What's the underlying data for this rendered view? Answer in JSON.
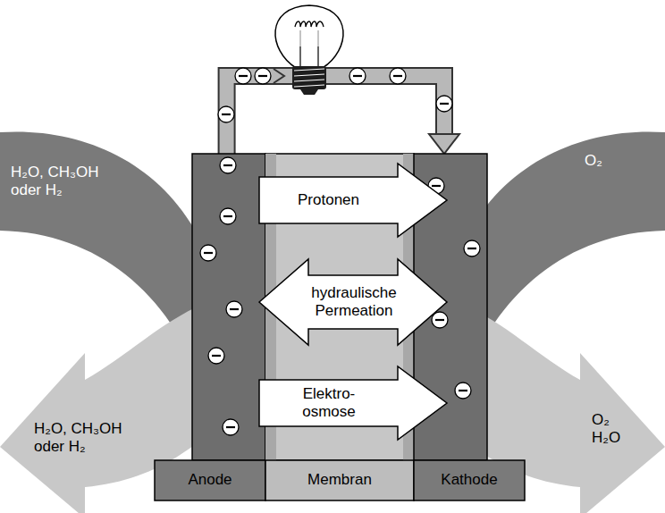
{
  "diagram": {
    "nodes": [
      {
        "text": [
          "H₂O, CH₃OH oder H₂"
        ]
      },
      {
        "text": [
          "O₂"
        ]
      },
      {
        "text": [
          "H₂O, CH₃OH oder H₂"
        ]
      },
      {
        "text": [
          "O₂ H₂O"
        ]
      },
      {
        "text": [
          "Anode"
        ]
      },
      {
        "text": [
          "Membran"
        ]
      },
      {
        "text": [
          "Kathode"
        ]
      },
      {
        "text": [
          "Protonen"
        ]
      },
      {
        "text": [
          "hydraulische Permeation"
        ]
      },
      {
        "text": [
          "Elektro- osmose"
        ]
      }
    ],
    "edges": [
      {
        "from": 4,
        "to": 6,
        "arrow": "to"
      }
    ]
  }
}
